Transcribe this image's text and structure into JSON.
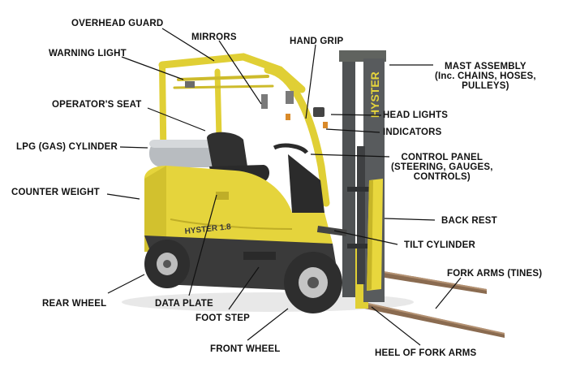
{
  "colors": {
    "body_yellow": "#e5d43c",
    "body_shadow": "#c9b82a",
    "mast_dark": "#55585a",
    "tire": "#2e2e2e",
    "leader": "#111111",
    "forks": "#8a6b50"
  },
  "brand": {
    "mast_text": "HYSTER",
    "body_text": "HYSTER 1.8"
  },
  "labels": {
    "overhead_guard": "OVERHEAD GUARD",
    "mirrors": "MIRRORS",
    "hand_grip": "HAND GRIP",
    "warning_light": "WARNING LIGHT",
    "mast_assembly": "MAST ASSEMBLY\n(Inc. CHAINS, HOSES,\nPULLEYS)",
    "operators_seat": "OPERATOR'S SEAT",
    "head_lights": "HEAD LIGHTS",
    "indicators": "INDICATORS",
    "lpg_cylinder": "LPG (GAS) CYLINDER",
    "control_panel": "CONTROL PANEL\n(STEERING, GAUGES,\nCONTROLS)",
    "counter_weight": "COUNTER WEIGHT",
    "back_rest": "BACK REST",
    "tilt_cylinder": "TILT CYLINDER",
    "fork_arms": "FORK ARMS (TINES)",
    "rear_wheel": "REAR WHEEL",
    "data_plate": "DATA PLATE",
    "foot_step": "FOOT STEP",
    "front_wheel": "FRONT WHEEL",
    "heel_of_fork_arms": "HEEL OF FORK ARMS"
  }
}
